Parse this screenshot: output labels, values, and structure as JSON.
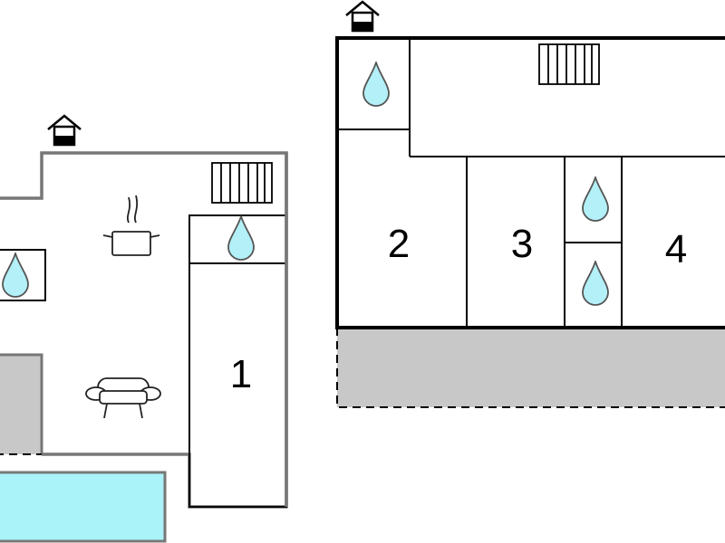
{
  "floors": [
    {
      "rooms": [
        {
          "label": "1"
        }
      ]
    },
    {
      "rooms": [
        {
          "label": "2"
        },
        {
          "label": "3"
        },
        {
          "label": "4"
        }
      ]
    }
  ],
  "icons": [
    "house-entrance-icon",
    "radiator-icon",
    "water-drop-icon",
    "cooking-pot-icon",
    "sofa-icon"
  ],
  "colors": {
    "wall_left": "#777777",
    "wall_right": "#000000",
    "water_drop": "#b3f0f7",
    "pool": "#aaf3f9",
    "terrace": "#c8c8c8"
  }
}
